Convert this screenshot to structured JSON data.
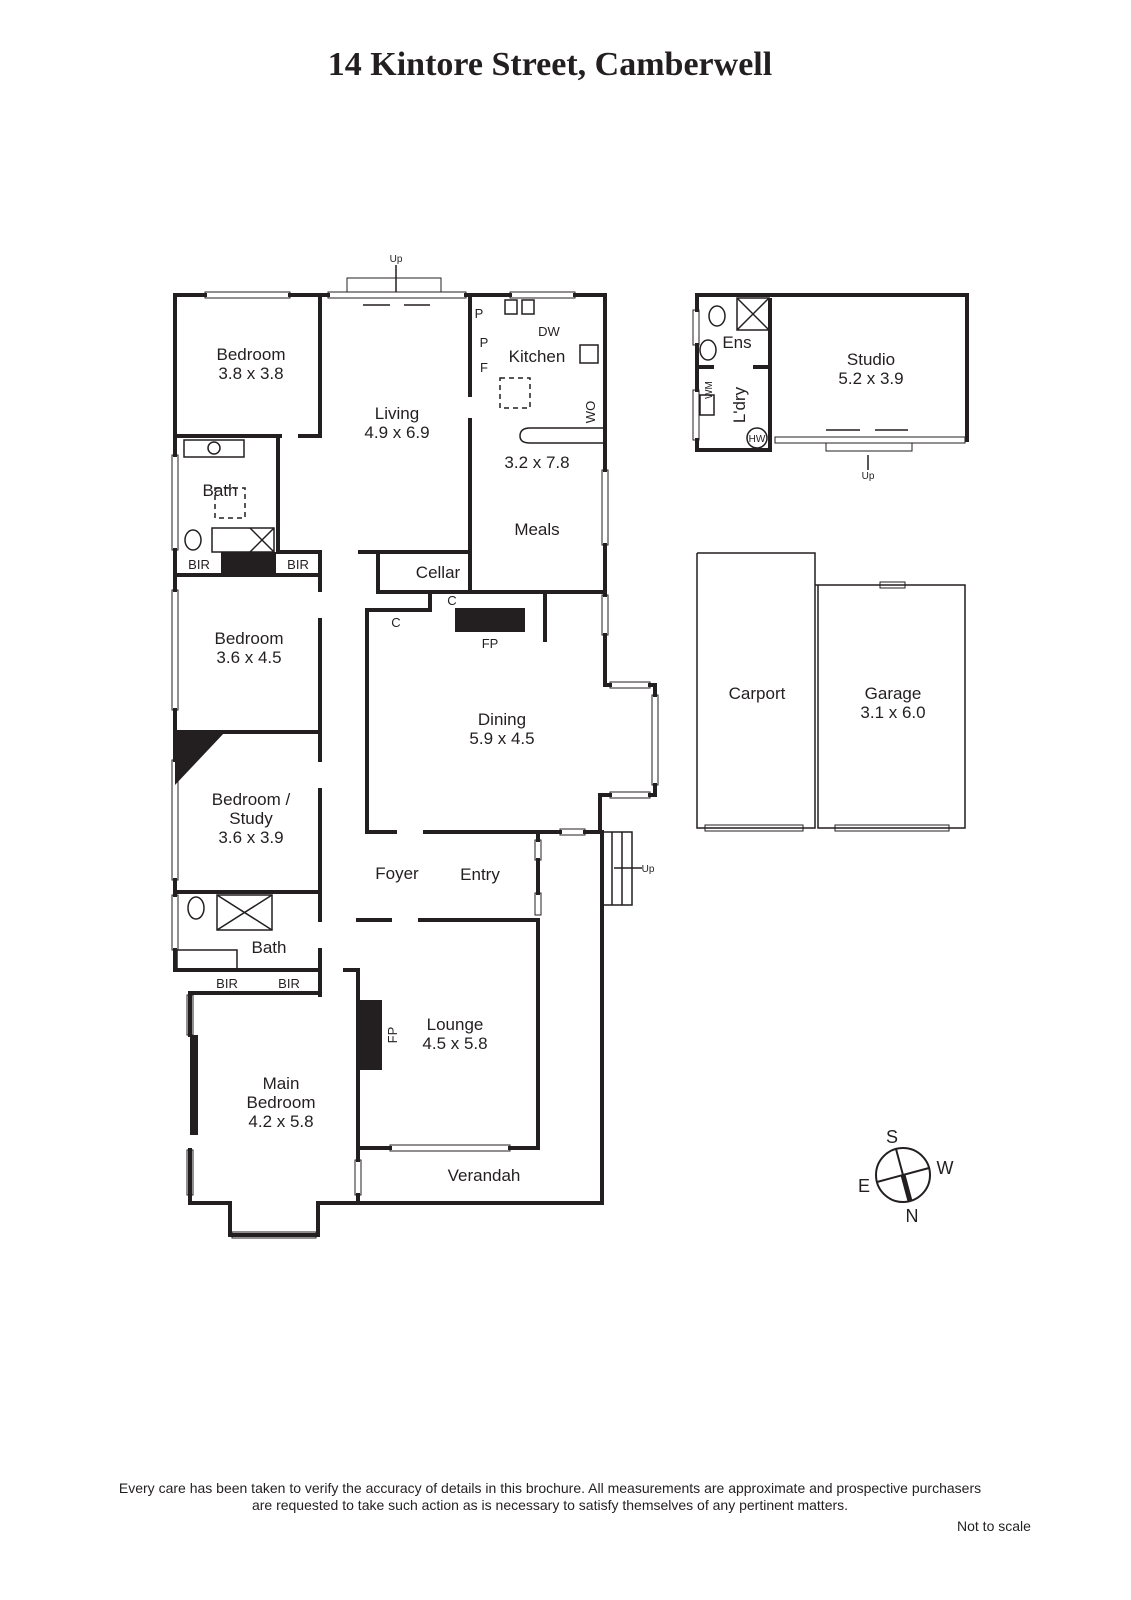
{
  "title": "14 Kintore Street, Camberwell",
  "rooms": {
    "bedroom1": {
      "name": "Bedroom",
      "size": "3.8 x 3.8"
    },
    "living": {
      "name": "Living",
      "size": "4.9 x 6.9"
    },
    "kitchen": {
      "name": "Kitchen",
      "size": "3.2 x 7.8"
    },
    "meals": {
      "name": "Meals"
    },
    "bath1": {
      "name": "Bath"
    },
    "cellar": {
      "name": "Cellar"
    },
    "bedroom2": {
      "name": "Bedroom",
      "size": "3.6 x 4.5"
    },
    "dining": {
      "name": "Dining",
      "size": "5.9 x 4.5"
    },
    "study": {
      "name1": "Bedroom /",
      "name2": "Study",
      "size": "3.6 x 3.9"
    },
    "foyer": {
      "name": "Foyer"
    },
    "entry": {
      "name": "Entry"
    },
    "bath2": {
      "name": "Bath"
    },
    "lounge": {
      "name": "Lounge",
      "size": "4.5 x 5.8"
    },
    "main_bedroom": {
      "name1": "Main",
      "name2": "Bedroom",
      "size": "4.2 x 5.8"
    },
    "verandah": {
      "name": "Verandah"
    },
    "studio": {
      "name": "Studio",
      "size": "5.2 x 3.9"
    },
    "ens": {
      "name": "Ens"
    },
    "laundry": {
      "name": "L'dry"
    },
    "carport": {
      "name": "Carport"
    },
    "garage": {
      "name": "Garage",
      "size": "3.1 x 6.0"
    }
  },
  "fixtures": {
    "p1": "P",
    "p2": "P",
    "f": "F",
    "dw": "DW",
    "wo": "WO",
    "bir1": "BIR",
    "bir2": "BIR",
    "bir3": "BIR",
    "bir4": "BIR",
    "c1": "C",
    "c2": "C",
    "fp1": "FP",
    "fp2": "FP",
    "wm": "WM",
    "hw": "HW",
    "up1": "Up",
    "up2": "Up",
    "up3": "Up"
  },
  "compass": {
    "s": "S",
    "w": "W",
    "e": "E",
    "n": "N"
  },
  "disclaimer_line1": "Every care has been taken to verify the accuracy of details in this brochure.  All measurements are approximate and prospective purchasers",
  "disclaimer_line2": "are requested to take such action as is necessary to satisfy themselves of any pertinent matters.",
  "not_to_scale": "Not to scale"
}
